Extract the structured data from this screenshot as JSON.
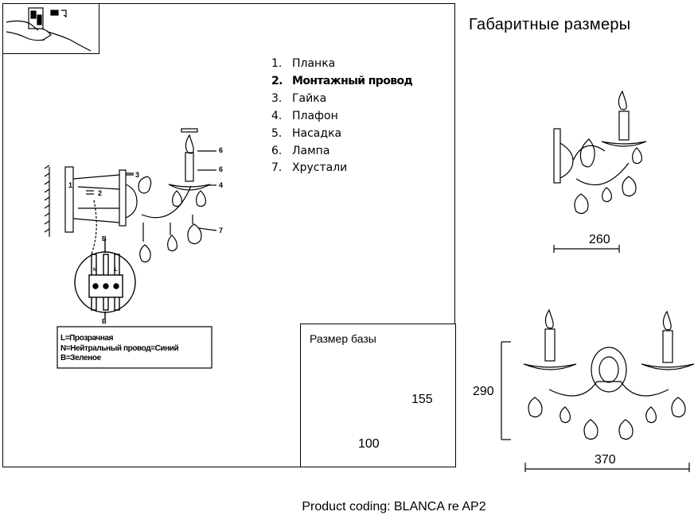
{
  "header": {
    "title": "Габаритные размеры"
  },
  "parts": [
    {
      "num": "1.",
      "label": "Планка"
    },
    {
      "num": "2.",
      "label": "Монтажный провод"
    },
    {
      "num": "3.",
      "label": "Гайка"
    },
    {
      "num": "4.",
      "label": "Плафон"
    },
    {
      "num": "5.",
      "label": "Насадка"
    },
    {
      "num": "6.",
      "label": "Лампа"
    },
    {
      "num": "7.",
      "label": "Хрустали"
    }
  ],
  "diagram_labels": {
    "n1": "1",
    "n2": "2",
    "n3": "3",
    "n4": "4",
    "n6a": "6",
    "n6b": "6",
    "n7": "7",
    "b_top": "B",
    "b_bottom": "B",
    "n_small": "N",
    "l_small": "L"
  },
  "wiring_legend": {
    "line1": "L=Прозрачная",
    "line2": "N=Нейтральный провод=Синий",
    "line3": "B=Зеленое"
  },
  "base": {
    "title": "Размер базы",
    "height": "155",
    "width": "100"
  },
  "dimensions": {
    "side_width": "260",
    "front_height": "290",
    "front_width": "370"
  },
  "footer": {
    "coding": "Product coding: BLANCA re AP2"
  }
}
